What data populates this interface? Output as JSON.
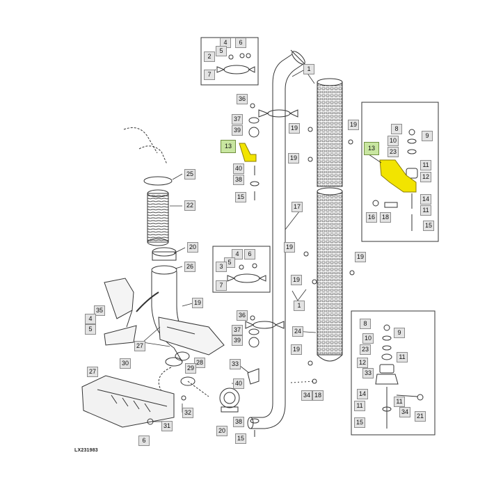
{
  "figure": {
    "reference_code": "LX231983",
    "colors": {
      "line": "#333333",
      "callout_fill": "#e3e3e3",
      "callout_border": "#8c8c8c",
      "highlight_part": "#f2e400",
      "highlight_label": "#c8e6a0"
    }
  },
  "callouts": [
    {
      "label": "4"
    },
    {
      "label": "5"
    },
    {
      "label": "6"
    },
    {
      "label": "2"
    },
    {
      "label": "7"
    },
    {
      "label": "1"
    },
    {
      "label": "36"
    },
    {
      "label": "37"
    },
    {
      "label": "39"
    },
    {
      "label": "13"
    },
    {
      "label": "40"
    },
    {
      "label": "38"
    },
    {
      "label": "15"
    },
    {
      "label": "19"
    },
    {
      "label": "19"
    },
    {
      "label": "19"
    },
    {
      "label": "8"
    },
    {
      "label": "9"
    },
    {
      "label": "10"
    },
    {
      "label": "23"
    },
    {
      "label": "13"
    },
    {
      "label": "11"
    },
    {
      "label": "12"
    },
    {
      "label": "14"
    },
    {
      "label": "11"
    },
    {
      "label": "16"
    },
    {
      "label": "18"
    },
    {
      "label": "15"
    },
    {
      "label": "25"
    },
    {
      "label": "22"
    },
    {
      "label": "17"
    },
    {
      "label": "20"
    },
    {
      "label": "26"
    },
    {
      "label": "4"
    },
    {
      "label": "5"
    },
    {
      "label": "6"
    },
    {
      "label": "3"
    },
    {
      "label": "7"
    },
    {
      "label": "19"
    },
    {
      "label": "19"
    },
    {
      "label": "19"
    },
    {
      "label": "1"
    },
    {
      "label": "35"
    },
    {
      "label": "4"
    },
    {
      "label": "5"
    },
    {
      "label": "19"
    },
    {
      "label": "36"
    },
    {
      "label": "37"
    },
    {
      "label": "39"
    },
    {
      "label": "24"
    },
    {
      "label": "27"
    },
    {
      "label": "28"
    },
    {
      "label": "29"
    },
    {
      "label": "19"
    },
    {
      "label": "27"
    },
    {
      "label": "30"
    },
    {
      "label": "33"
    },
    {
      "label": "40"
    },
    {
      "label": "34"
    },
    {
      "label": "18"
    },
    {
      "label": "32"
    },
    {
      "label": "31"
    },
    {
      "label": "6"
    },
    {
      "label": "20"
    },
    {
      "label": "38"
    },
    {
      "label": "15"
    },
    {
      "label": "8"
    },
    {
      "label": "9"
    },
    {
      "label": "10"
    },
    {
      "label": "23"
    },
    {
      "label": "11"
    },
    {
      "label": "12"
    },
    {
      "label": "33"
    },
    {
      "label": "14"
    },
    {
      "label": "11"
    },
    {
      "label": "11"
    },
    {
      "label": "34"
    },
    {
      "label": "21"
    },
    {
      "label": "15"
    }
  ]
}
